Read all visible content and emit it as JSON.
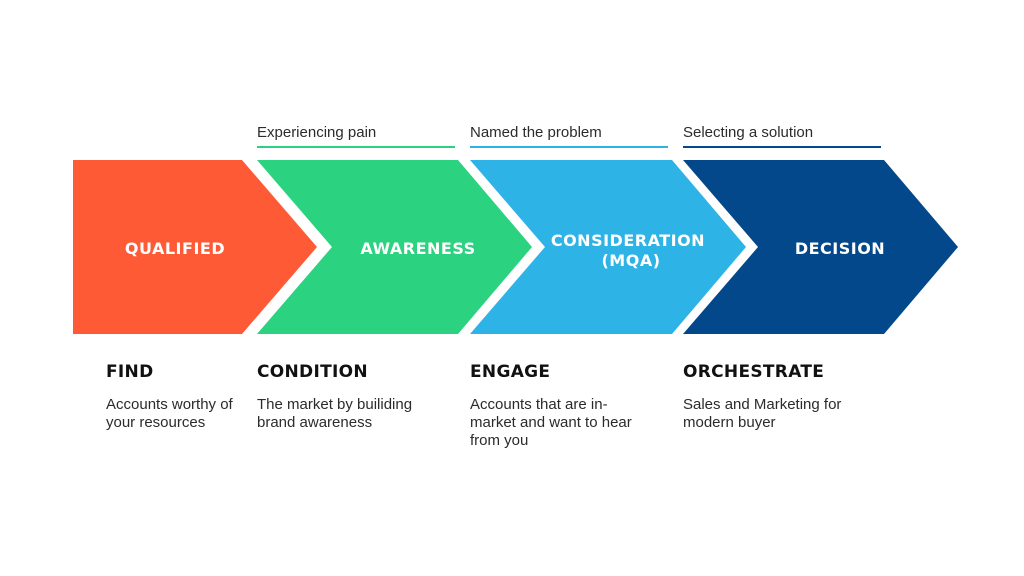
{
  "stage_labels": [
    {
      "text": "Experiencing pain",
      "color": "#2bd27f"
    },
    {
      "text": "Named the problem",
      "color": "#2eb3e6"
    },
    {
      "text": "Selecting a solution",
      "color": "#03488a"
    }
  ],
  "chevrons": [
    {
      "lines": [
        "QUALIFIED"
      ],
      "color": "#ff5a36"
    },
    {
      "lines": [
        "AWARENESS"
      ],
      "color": "#2bd27f"
    },
    {
      "lines": [
        "CONSIDERATION",
        "(MQA)"
      ],
      "color": "#2eb3e6"
    },
    {
      "lines": [
        "DECISION"
      ],
      "color": "#03488a"
    }
  ],
  "steps": [
    {
      "title": "FIND",
      "desc": "Accounts worthy of your resources"
    },
    {
      "title": "CONDITION",
      "desc": "The market by builiding brand awareness"
    },
    {
      "title": "ENGAGE",
      "desc": "Accounts that are in-market and want to hear from you"
    },
    {
      "title": "ORCHESTRATE",
      "desc": "Sales and Marketing for modern buyer"
    }
  ]
}
